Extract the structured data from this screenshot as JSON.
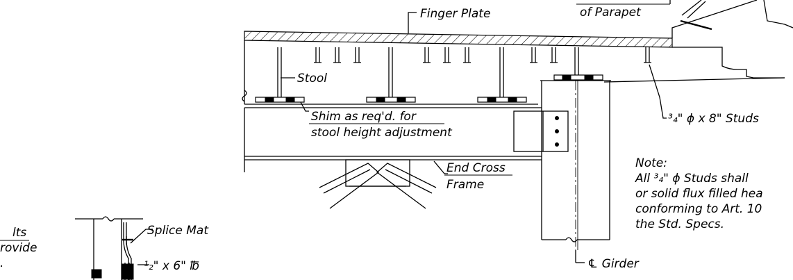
{
  "labels": {
    "finger_plate": "Finger Plate",
    "of_parapet": "of Parapet",
    "stool": "Stool",
    "shim_line1": "Shim as req'd. for",
    "shim_line2": "stool height adjustment",
    "studs": "³₄\" ϕ x 8\" Studs",
    "end_cross_line1": "End Cross",
    "end_cross_line2": "Frame",
    "girder": "℄ Girder",
    "splice_mat": "Splice Mat",
    "plate": "¹₂\" x 6\" ℔",
    "left_fragment_1": "lts",
    "left_fragment_2": "rovide",
    "left_fragment_3": "."
  },
  "note": {
    "title": "Note:",
    "line1": "All  ³₄\" ϕ Studs shall",
    "line2": "or solid flux filled hea",
    "line3": "conforming to Art. 10",
    "line4": "the Std. Specs."
  }
}
